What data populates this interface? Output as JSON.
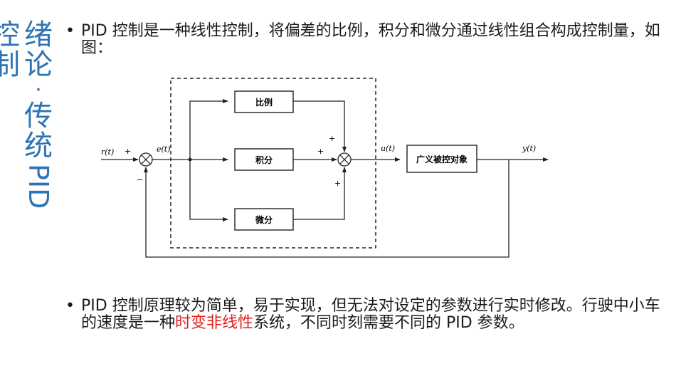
{
  "title": {
    "col1": [
      "控",
      "制"
    ],
    "col2": [
      "绪",
      "论",
      "·",
      "传",
      "统"
    ],
    "latin": "PID"
  },
  "bullets": [
    {
      "mark": "•",
      "text": "PID 控制是一种线性控制，将偏差的比例，积分和微分通过线性组合构成控制量，如图："
    },
    {
      "mark": "•",
      "text_before": "PID 控制原理较为简单，易于实现，但无法对设定的参数进行实时修改。行驶中小车的速度是一种",
      "highlight": "时变非线性",
      "text_after": "系统，不同时刻需要不同的 PID 参数。",
      "highlight_color": "#e02020"
    }
  ],
  "diagram": {
    "blocks": {
      "p": "比例",
      "i": "积分",
      "d": "微分",
      "plant": "广义被控对象"
    },
    "signals": {
      "r": "r(t)",
      "e": "e(t)",
      "u": "u(t)",
      "y": "y(t)"
    },
    "signs": {
      "r_plus": "+",
      "feedback_minus": "−",
      "p_plus": "+",
      "i_plus": "+",
      "d_plus": "+"
    }
  }
}
